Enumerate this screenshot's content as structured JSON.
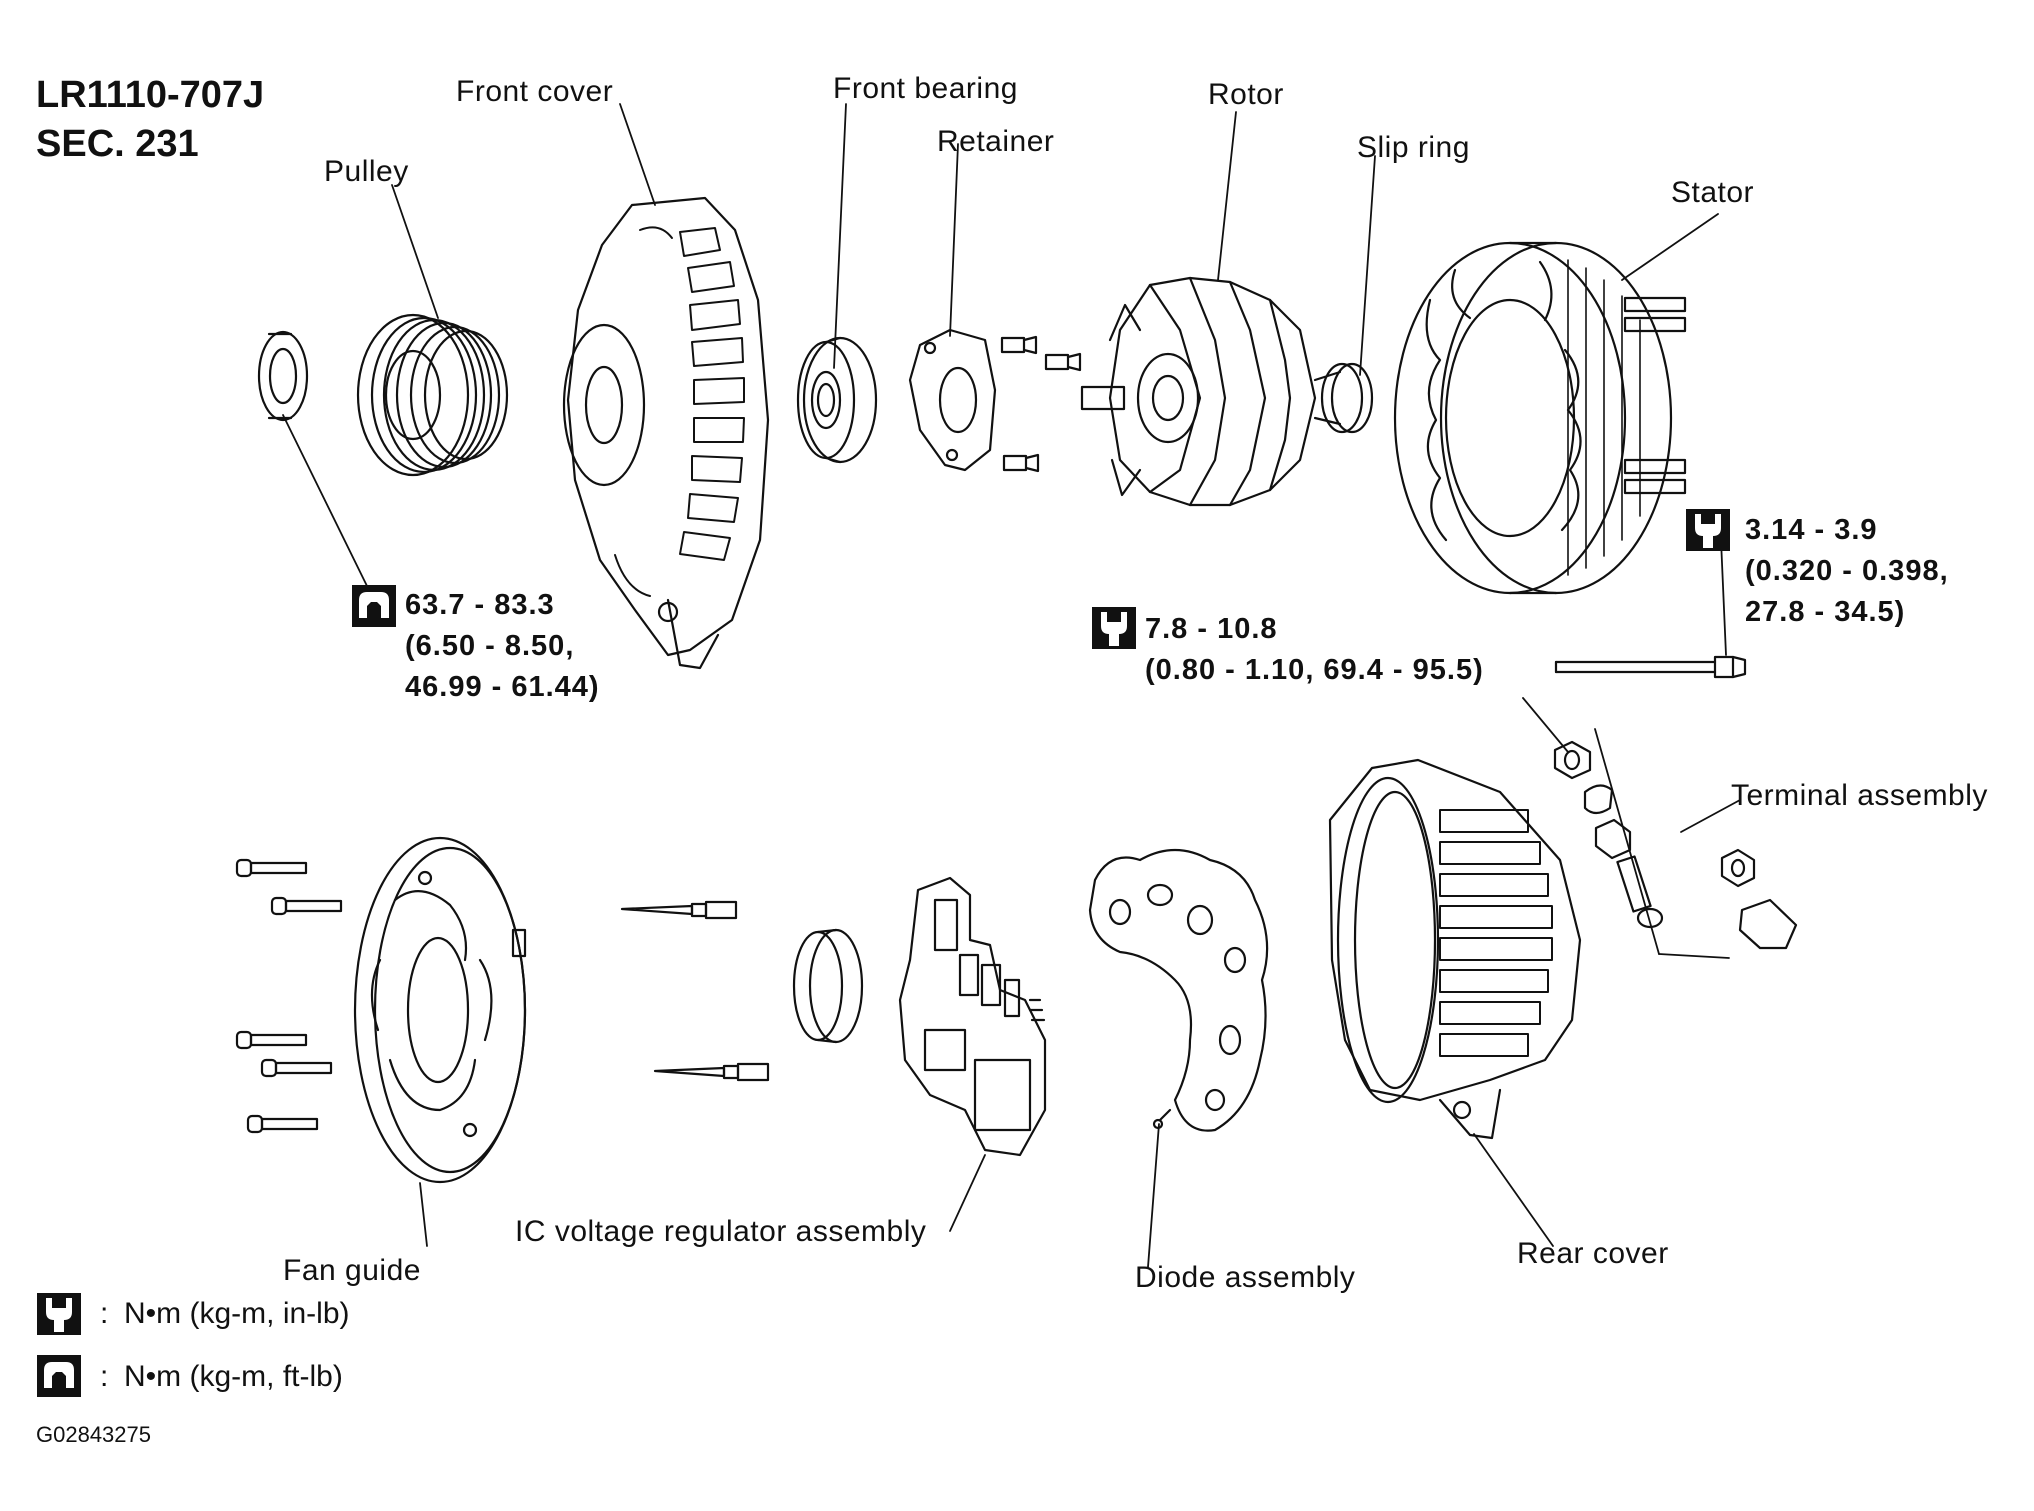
{
  "header": {
    "model": "LR1110-707J",
    "section": "SEC. 231"
  },
  "labels": {
    "pulley": "Pulley",
    "front_cover": "Front cover",
    "front_bearing": "Front bearing",
    "retainer": "Retainer",
    "rotor": "Rotor",
    "slip_ring": "Slip ring",
    "stator": "Stator",
    "terminal_assembly": "Terminal assembly",
    "fan_guide": "Fan guide",
    "ic_voltage_regulator_assembly": "IC voltage regulator assembly",
    "diode_assembly": "Diode assembly",
    "rear_cover": "Rear cover"
  },
  "torque_specs": {
    "pulley_nut": {
      "line1": "63.7 - 83.3",
      "line2": "(6.50 - 8.50,",
      "line3": "46.99 - 61.44)",
      "icon": "torque-ft-lb-icon"
    },
    "terminal_nut": {
      "line1": "7.8 - 10.8",
      "line2": "(0.80 - 1.10, 69.4 - 95.5)",
      "icon": "torque-in-lb-icon"
    },
    "through_bolt": {
      "line1": "3.14 - 3.9",
      "line2": "(0.320 - 0.398,",
      "line3": "27.8 - 34.5)",
      "icon": "torque-in-lb-icon"
    }
  },
  "legend": {
    "in_lb": "N•m (kg-m, in-lb)",
    "ft_lb": "N•m (kg-m, ft-lb)",
    "separator": ":"
  },
  "figure_code": "G02843275",
  "colors": {
    "ink": "#111111",
    "paper": "#ffffff"
  }
}
